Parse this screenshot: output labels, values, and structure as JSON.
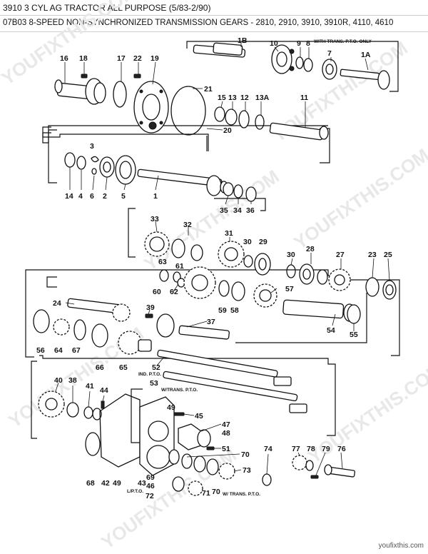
{
  "header": {
    "line1": "3910 3 CYL AG TRACTOR ALL PURPOSE (5/83-2/90)",
    "line2": "07B03 8-SPEED NON-SYNCHRONIZED TRANSMISSION GEARS - 2810, 2910, 3910, 3910R, 4110, 4610"
  },
  "footer": {
    "site": "youfixthis.com"
  },
  "watermark": {
    "text": "YOUFIXTHIS.COM"
  },
  "notes": {
    "with_trans_pto_only": "WITH TRANS. P.T.O. ONLY",
    "ind_pto": "IND. P.T.O.",
    "w_trans_pto": "W/TRANS. P.T.O.",
    "l_pto": "L/P.T.O.",
    "w_trans_pto_2": "W/ TRANS. P.T.O."
  },
  "callouts": [
    {
      "id": "c1b",
      "text": "1B"
    },
    {
      "id": "c10",
      "text": "10"
    },
    {
      "id": "c9",
      "text": "9"
    },
    {
      "id": "c8",
      "text": "8"
    },
    {
      "id": "c7",
      "text": "7"
    },
    {
      "id": "c1a",
      "text": "1A"
    },
    {
      "id": "c16",
      "text": "16"
    },
    {
      "id": "c18",
      "text": "18"
    },
    {
      "id": "c17",
      "text": "17"
    },
    {
      "id": "c22",
      "text": "22"
    },
    {
      "id": "c19",
      "text": "19"
    },
    {
      "id": "c21",
      "text": "21"
    },
    {
      "id": "c15",
      "text": "15"
    },
    {
      "id": "c13",
      "text": "13"
    },
    {
      "id": "c12",
      "text": "12"
    },
    {
      "id": "c13a",
      "text": "13A"
    },
    {
      "id": "c11",
      "text": "11"
    },
    {
      "id": "c20",
      "text": "20"
    },
    {
      "id": "c3",
      "text": "3"
    },
    {
      "id": "c14",
      "text": "14"
    },
    {
      "id": "c4",
      "text": "4"
    },
    {
      "id": "c6",
      "text": "6"
    },
    {
      "id": "c2",
      "text": "2"
    },
    {
      "id": "c5",
      "text": "5"
    },
    {
      "id": "c1",
      "text": "1"
    },
    {
      "id": "c35",
      "text": "35"
    },
    {
      "id": "c34",
      "text": "34"
    },
    {
      "id": "c36",
      "text": "36"
    },
    {
      "id": "c33",
      "text": "33"
    },
    {
      "id": "c32",
      "text": "32"
    },
    {
      "id": "c31",
      "text": "31"
    },
    {
      "id": "c30a",
      "text": "30"
    },
    {
      "id": "c29",
      "text": "29"
    },
    {
      "id": "c30b",
      "text": "30"
    },
    {
      "id": "c28",
      "text": "28"
    },
    {
      "id": "c27",
      "text": "27"
    },
    {
      "id": "c23",
      "text": "23"
    },
    {
      "id": "c25",
      "text": "25"
    },
    {
      "id": "c63",
      "text": "63"
    },
    {
      "id": "c61",
      "text": "61"
    },
    {
      "id": "c60",
      "text": "60"
    },
    {
      "id": "c62",
      "text": "62"
    },
    {
      "id": "c57",
      "text": "57"
    },
    {
      "id": "c59",
      "text": "59"
    },
    {
      "id": "c58",
      "text": "58"
    },
    {
      "id": "c24",
      "text": "24"
    },
    {
      "id": "c39",
      "text": "39"
    },
    {
      "id": "c37",
      "text": "37"
    },
    {
      "id": "c54",
      "text": "54"
    },
    {
      "id": "c55",
      "text": "55"
    },
    {
      "id": "c56",
      "text": "56"
    },
    {
      "id": "c64",
      "text": "64"
    },
    {
      "id": "c67",
      "text": "67"
    },
    {
      "id": "c66",
      "text": "66"
    },
    {
      "id": "c65",
      "text": "65"
    },
    {
      "id": "c52",
      "text": "52"
    },
    {
      "id": "c53",
      "text": "53"
    },
    {
      "id": "c40",
      "text": "40"
    },
    {
      "id": "c38",
      "text": "38"
    },
    {
      "id": "c41",
      "text": "41"
    },
    {
      "id": "c44",
      "text": "44"
    },
    {
      "id": "c49a",
      "text": "49"
    },
    {
      "id": "c45",
      "text": "45"
    },
    {
      "id": "c47",
      "text": "47"
    },
    {
      "id": "c48",
      "text": "48"
    },
    {
      "id": "c51",
      "text": "51"
    },
    {
      "id": "c70a",
      "text": "70"
    },
    {
      "id": "c74",
      "text": "74"
    },
    {
      "id": "c77",
      "text": "77"
    },
    {
      "id": "c78",
      "text": "78"
    },
    {
      "id": "c79",
      "text": "79"
    },
    {
      "id": "c76",
      "text": "76"
    },
    {
      "id": "c73",
      "text": "73"
    },
    {
      "id": "c68",
      "text": "68"
    },
    {
      "id": "c42",
      "text": "42"
    },
    {
      "id": "c49b",
      "text": "49"
    },
    {
      "id": "c43",
      "text": "43"
    },
    {
      "id": "c69",
      "text": "69"
    },
    {
      "id": "c46",
      "text": "46"
    },
    {
      "id": "c72",
      "text": "72"
    },
    {
      "id": "c71",
      "text": "71"
    },
    {
      "id": "c70b",
      "text": "70"
    }
  ]
}
